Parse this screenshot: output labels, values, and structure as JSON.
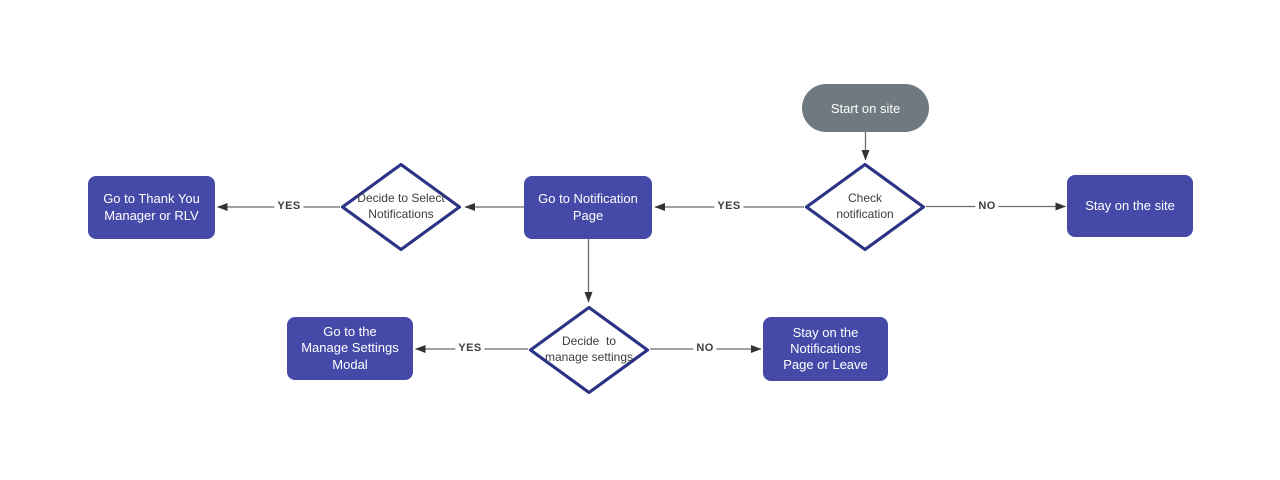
{
  "colors": {
    "canvas_bg": "#ffffff",
    "process_fill": "#454AA8",
    "process_text": "#ffffff",
    "terminator_fill": "#6F7980",
    "terminator_text": "#ffffff",
    "decision_fill": "#ffffff",
    "decision_border": "#2C3385",
    "decision_text": "#3d3d3d",
    "connector_line": "#6b6b6b",
    "arrowhead": "#333333",
    "edge_label_text": "#3f3f3f"
  },
  "nodes": {
    "start": {
      "type": "terminator",
      "label": "Start on site"
    },
    "check_notification": {
      "type": "decision",
      "label": "Check\nnotification"
    },
    "stay_on_site": {
      "type": "process",
      "label": "Stay on the site"
    },
    "go_to_notification_page": {
      "type": "process",
      "label": "Go to Notification\nPage"
    },
    "decide_select_notifications": {
      "type": "decision",
      "label": "Decide to Select\nNotifications"
    },
    "go_to_thank_you": {
      "type": "process",
      "label": "Go to Thank You\nManager or RLV"
    },
    "decide_manage_settings": {
      "type": "decision",
      "label": "Decide  to\nmanage settings"
    },
    "manage_settings_modal": {
      "type": "process",
      "label": "Go to the\nManage Settings\nModal"
    },
    "stay_on_notifications": {
      "type": "process",
      "label": "Stay on the\nNotifications\nPage or Leave"
    }
  },
  "edge_labels": {
    "check_yes": "YES",
    "check_no": "NO",
    "select_yes": "YES",
    "manage_yes": "YES",
    "manage_no": "NO"
  }
}
